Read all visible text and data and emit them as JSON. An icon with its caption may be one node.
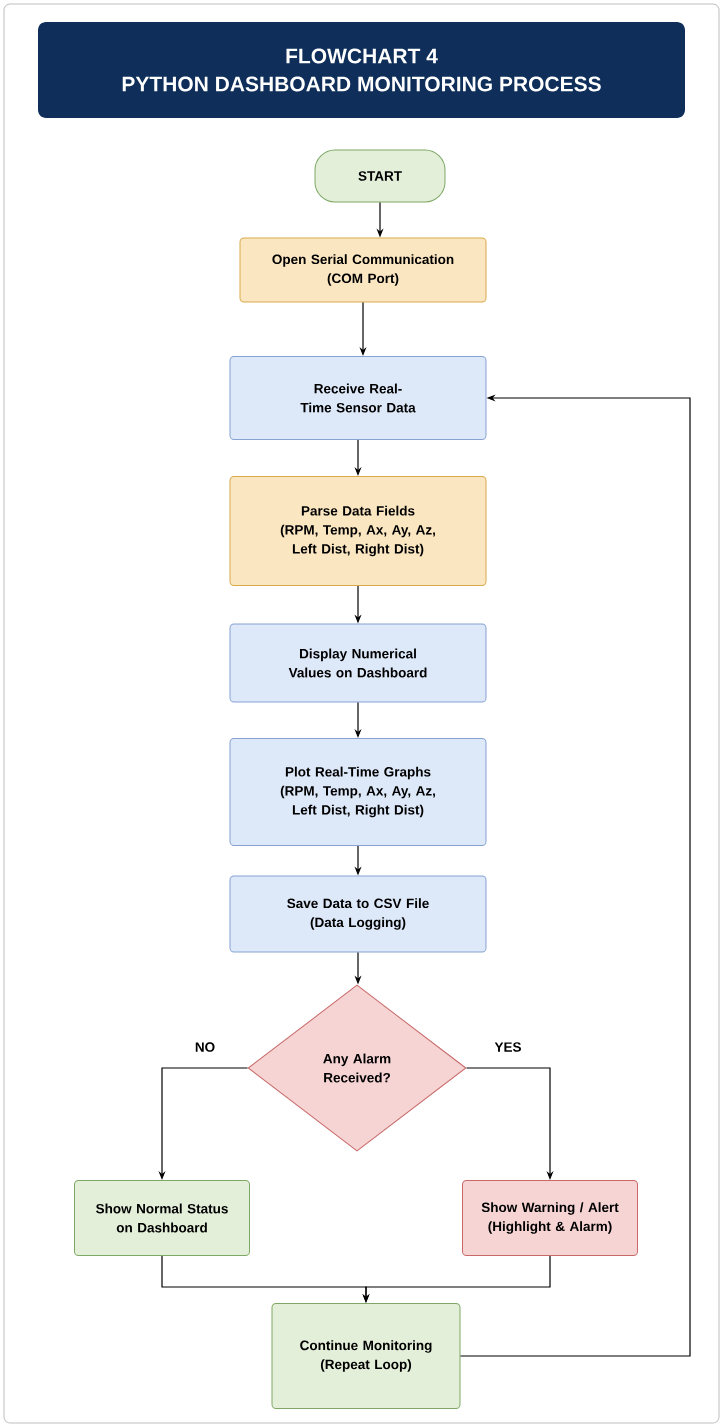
{
  "diagram": {
    "title": "FLOWCHART 4",
    "nodes": [
      {
        "text": [
          "START"
        ]
      },
      {
        "text": [
          "Open Serial Communication",
          "(COM Port)"
        ]
      },
      {
        "text": [
          "Receive Real-Time Sensor Data"
        ]
      },
      {
        "text": [
          "Parse Data Fields",
          "(RPM, Temp, Ax, Ay, Az, Left Dist, Right Dist)"
        ]
      },
      {
        "text": [
          "Display Numerical Values on Dashboard"
        ]
      },
      {
        "text": [
          "Plot Real-Time Graphs",
          "(RPM, Temp, Ax, Ay, Az, Left Dist, Right Dist)"
        ]
      },
      {
        "text": [
          "Save Data to CSV File",
          "(Data Logging)"
        ]
      },
      {
        "text": [
          "Any Alarm Received?"
        ]
      },
      {
        "text": [
          "Show Normal Status on Dashboard"
        ]
      },
      {
        "text": [
          "Show Warning / Alert",
          "(Highlight & Alarm)"
        ]
      },
      {
        "text": [
          "Continue Monitoring",
          "(Repeat Loop)"
        ]
      }
    ],
    "edges": [
      {
        "from": 0,
        "to": 1,
        "arrow": "to"
      },
      {
        "from": 1,
        "to": 2,
        "arrow": "to"
      },
      {
        "from": 2,
        "to": 3,
        "arrow": "to"
      },
      {
        "from": 3,
        "to": 4,
        "arrow": "to"
      },
      {
        "from": 4,
        "to": 5,
        "arrow": "to"
      },
      {
        "from": 5,
        "to": 6,
        "arrow": "to"
      },
      {
        "from": 6,
        "to": 7,
        "arrow": "to"
      },
      {
        "from": 7,
        "to": 8,
        "arrow": "to",
        "label": "NO"
      },
      {
        "from": 7,
        "to": 9,
        "arrow": "to",
        "label": "YES"
      },
      {
        "from": 8,
        "to": 10,
        "arrow": "to"
      },
      {
        "from": 9,
        "to": 10,
        "arrow": "to"
      },
      {
        "from": 10,
        "to": 2,
        "arrow": "to"
      }
    ],
    "labels": [
      "PYTHON DASHBOARD MONITORING PROCESS"
    ]
  }
}
